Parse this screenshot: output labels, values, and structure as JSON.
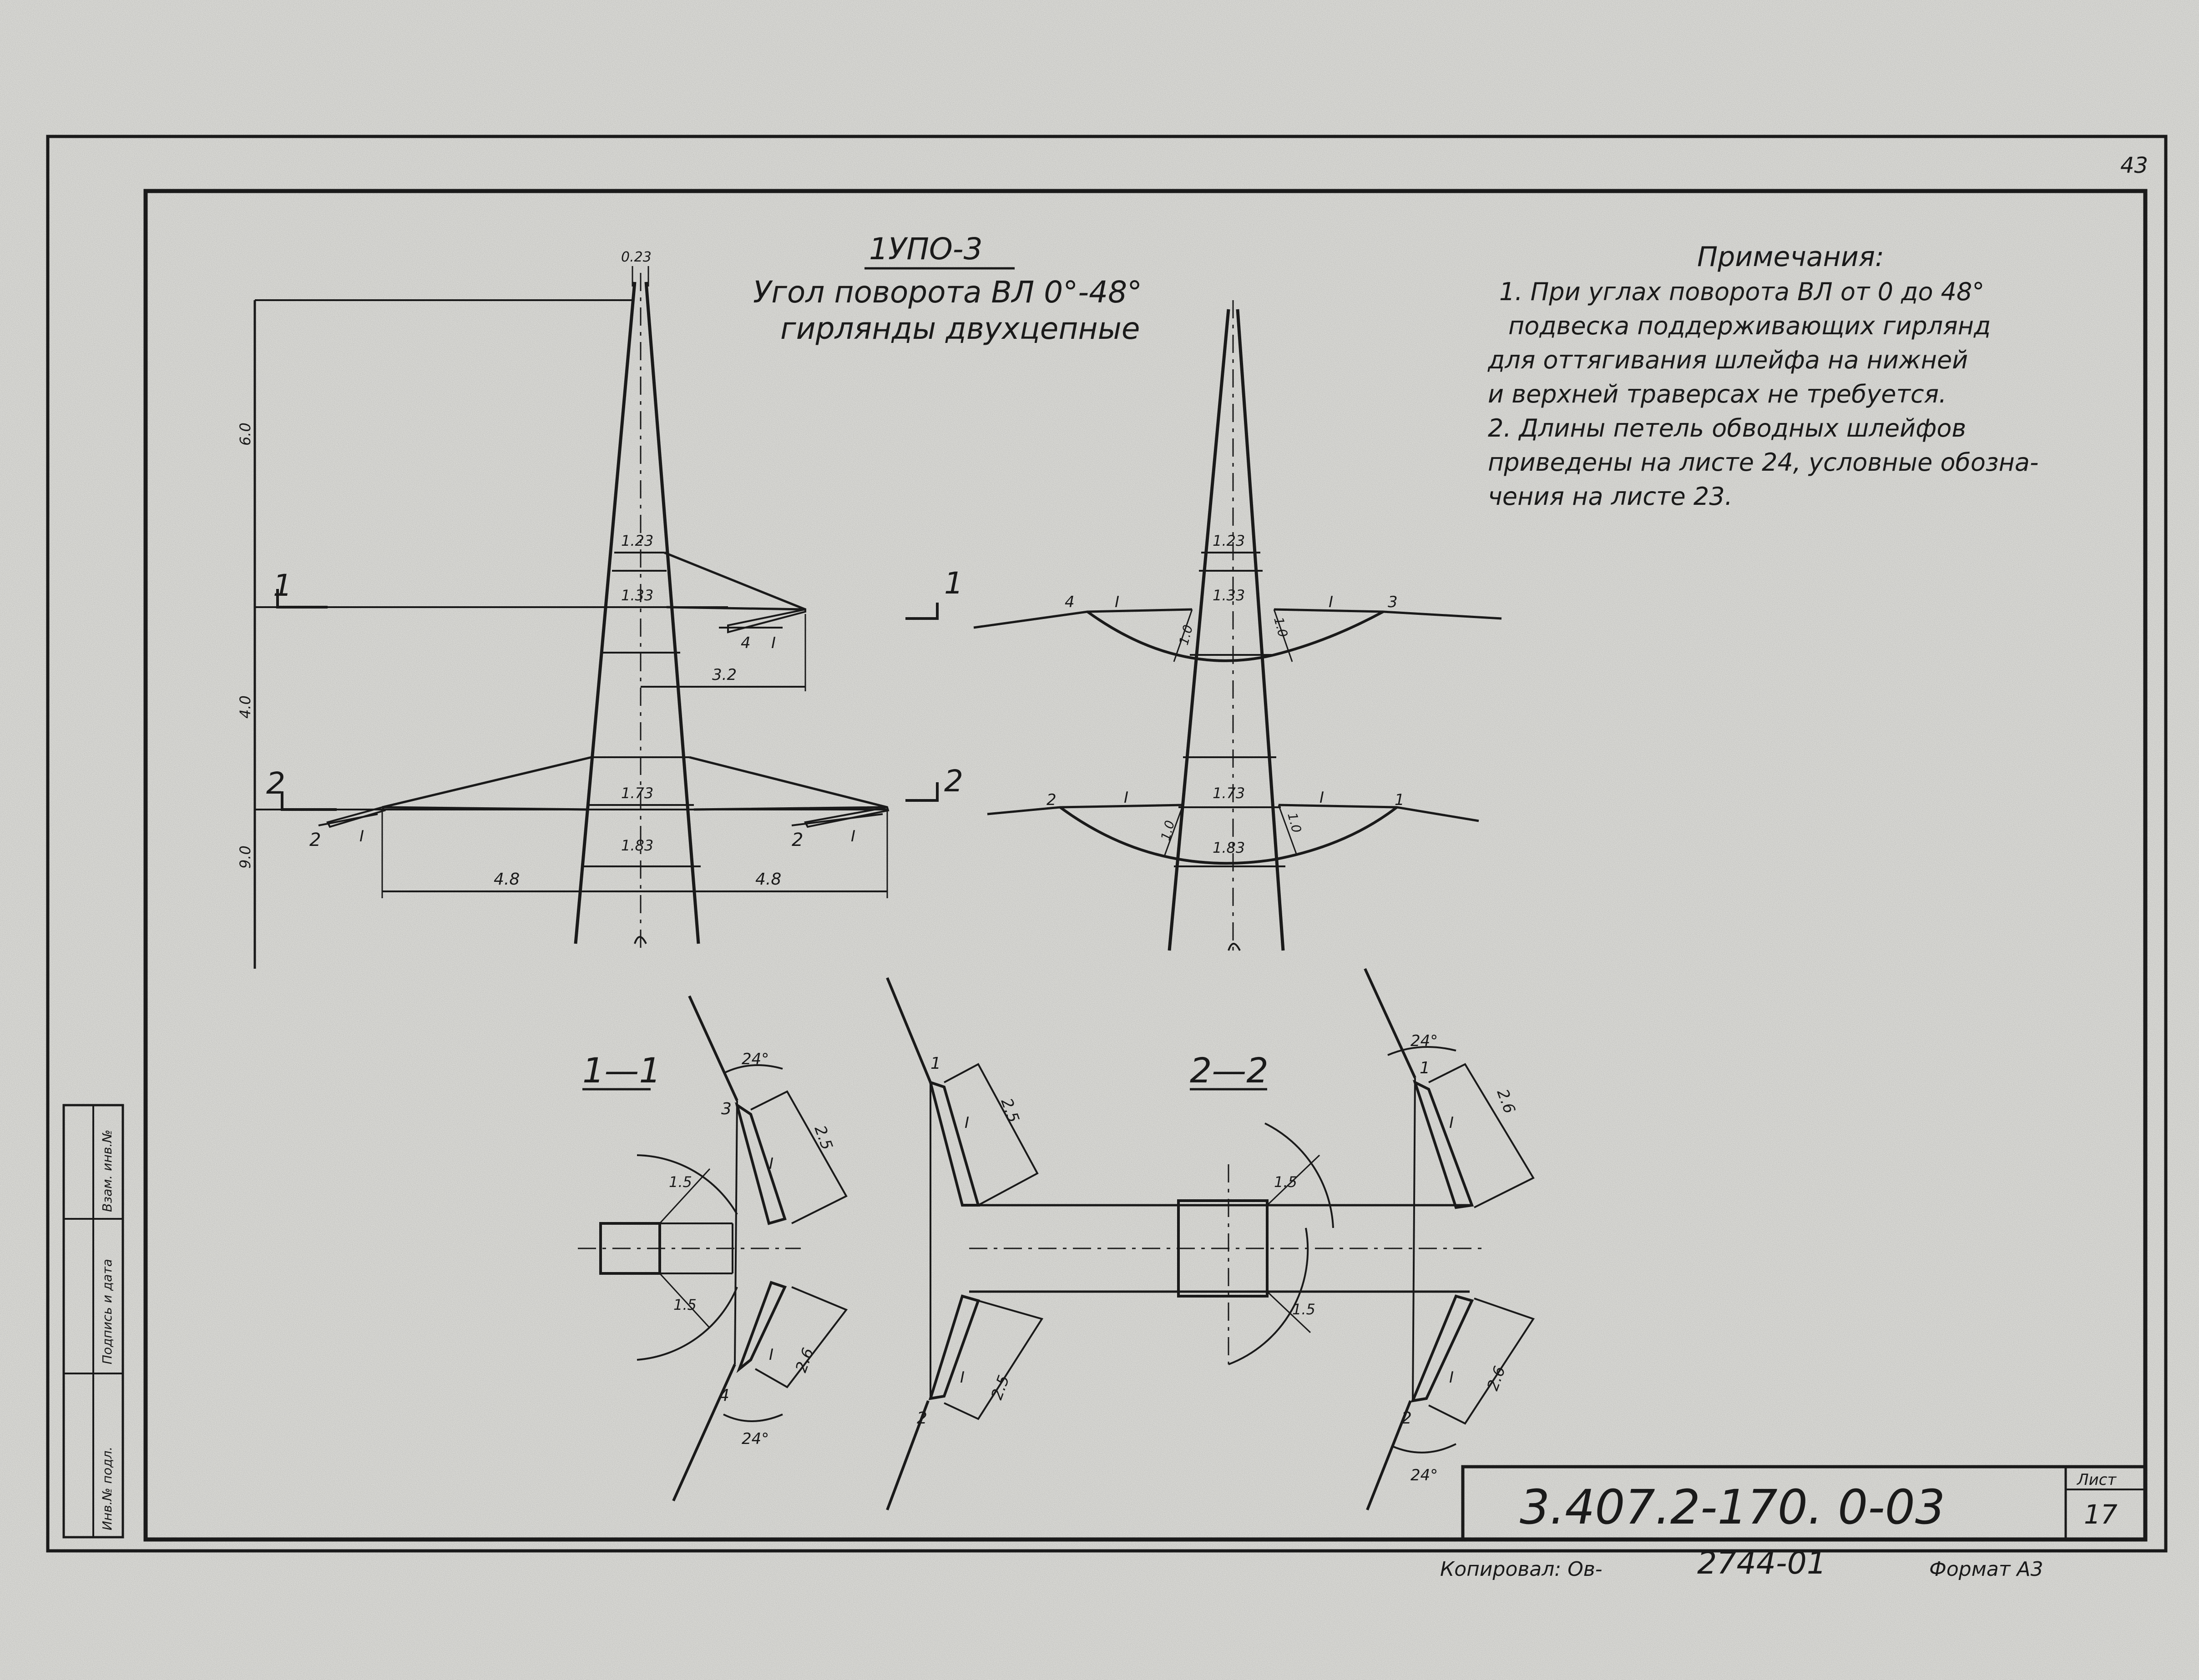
{
  "sheet": {
    "page_number": "43",
    "title": "1УПО-3",
    "subtitle": [
      "Угол поворота ВЛ 0°-48°",
      "гирлянды двухцепные"
    ],
    "notes_heading": "Примечания:",
    "notes": [
      "1. При  углах поворота ВЛ от 0 до 48°",
      "подвеска  поддерживающих гирлянд",
      "для оттягивания шлейфа на нижней",
      "и верхней траверсах не требуется.",
      "2. Длины петель обводных шлейфов",
      "приведены на листе 24, условные обозна-",
      "чения  на листе 23."
    ],
    "doc_code": "3.407.2-170. 0-03",
    "sheet_label": "Лист",
    "sheet_no": "17",
    "copied": "Копировал: Ов-",
    "order_no": "2744-01",
    "format": "Формат А3",
    "side_stamp": [
      "Инв.№ подл.",
      "Подпись и дата",
      "Взам. инв.№"
    ]
  },
  "tower_left": {
    "top_width": "0.23",
    "heights": [
      "6.0",
      "4.0",
      "9.0"
    ],
    "widths": [
      "1.23",
      "1.33",
      "1.73",
      "1.83"
    ],
    "spans": [
      "3.2",
      "4.8",
      "4.8"
    ],
    "section_marks": [
      "1",
      "2"
    ],
    "phase_labels": [
      "4",
      "I",
      "2",
      "I",
      "2",
      "I"
    ]
  },
  "tower_right": {
    "widths": [
      "1.23",
      "1.33",
      "1.73",
      "1.83"
    ],
    "section_marks": [
      "1",
      "2"
    ],
    "phase_labels": [
      "4",
      "I",
      "3",
      "I",
      "2",
      "I",
      "1",
      "I"
    ],
    "loop_dims": [
      "1.0",
      "1.0",
      "1.0",
      "1.0"
    ]
  },
  "section_1_1": {
    "title": "1—1",
    "angles": [
      "24°",
      "24°"
    ],
    "lengths": [
      "2.5",
      "2.6"
    ],
    "radii": [
      "1.5",
      "1.5"
    ],
    "phases": [
      "3",
      "4"
    ],
    "chain_labels": [
      "I",
      "I"
    ]
  },
  "section_2_2": {
    "title": "2—2",
    "angles": [
      "24°",
      "24°"
    ],
    "lengths": [
      "2.5",
      "2.5",
      "2.6",
      "2.6"
    ],
    "radii": [
      "1.5",
      "1.5"
    ],
    "phases": [
      "1",
      "2",
      "1",
      "2"
    ],
    "chain_labels": [
      "I",
      "I",
      "I",
      "I"
    ]
  }
}
